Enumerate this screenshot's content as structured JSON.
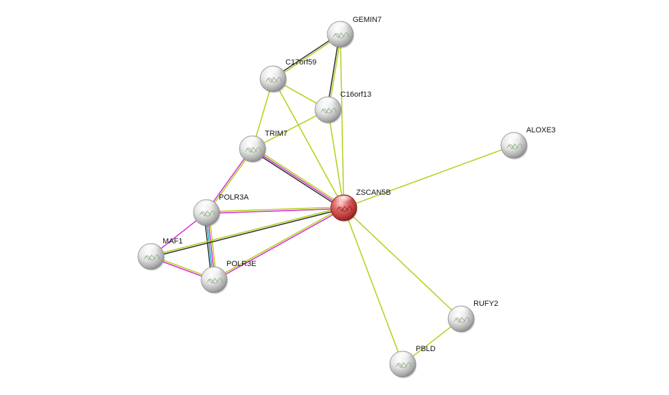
{
  "network": {
    "query_protein": "ZSCAN5B",
    "nodes": [
      {
        "id": "GEMIN7",
        "label": "GEMIN7",
        "query": false
      },
      {
        "id": "C17orf59",
        "label": "C17orf59",
        "query": false
      },
      {
        "id": "C16orf13",
        "label": "C16orf13",
        "query": false
      },
      {
        "id": "TRIM7",
        "label": "TRIM7",
        "query": false
      },
      {
        "id": "ALOXE3",
        "label": "ALOXE3",
        "query": false
      },
      {
        "id": "ZSCAN5B",
        "label": "ZSCAN5B",
        "query": true
      },
      {
        "id": "POLR3A",
        "label": "POLR3A",
        "query": false
      },
      {
        "id": "MAF1",
        "label": "MAF1",
        "query": false
      },
      {
        "id": "POLR3E",
        "label": "POLR3E",
        "query": false
      },
      {
        "id": "RUFY2",
        "label": "RUFY2",
        "query": false
      },
      {
        "id": "PBLD",
        "label": "PBLD",
        "query": false
      }
    ],
    "edges": [
      {
        "a": "GEMIN7",
        "b": "C17orf59",
        "evidence": [
          "textmining",
          "coexpression"
        ]
      },
      {
        "a": "GEMIN7",
        "b": "C16orf13",
        "evidence": [
          "textmining",
          "coexpression"
        ]
      },
      {
        "a": "GEMIN7",
        "b": "ZSCAN5B",
        "evidence": [
          "textmining"
        ]
      },
      {
        "a": "C17orf59",
        "b": "C16orf13",
        "evidence": [
          "textmining"
        ]
      },
      {
        "a": "C17orf59",
        "b": "TRIM7",
        "evidence": [
          "textmining"
        ]
      },
      {
        "a": "C17orf59",
        "b": "ZSCAN5B",
        "evidence": [
          "textmining"
        ]
      },
      {
        "a": "C16orf13",
        "b": "TRIM7",
        "evidence": [
          "textmining"
        ]
      },
      {
        "a": "C16orf13",
        "b": "ZSCAN5B",
        "evidence": [
          "textmining"
        ]
      },
      {
        "a": "TRIM7",
        "b": "ZSCAN5B",
        "evidence": [
          "textmining",
          "experiments",
          "coexpression"
        ]
      },
      {
        "a": "TRIM7",
        "b": "POLR3A",
        "evidence": [
          "textmining",
          "experiments"
        ]
      },
      {
        "a": "ALOXE3",
        "b": "ZSCAN5B",
        "evidence": [
          "textmining"
        ]
      },
      {
        "a": "POLR3A",
        "b": "ZSCAN5B",
        "evidence": [
          "textmining",
          "experiments"
        ]
      },
      {
        "a": "POLR3A",
        "b": "MAF1",
        "evidence": [
          "experiments"
        ]
      },
      {
        "a": "POLR3A",
        "b": "POLR3E",
        "evidence": [
          "textmining",
          "experiments",
          "databases",
          "coexpression"
        ]
      },
      {
        "a": "MAF1",
        "b": "ZSCAN5B",
        "evidence": [
          "textmining",
          "coexpression"
        ]
      },
      {
        "a": "MAF1",
        "b": "POLR3E",
        "evidence": [
          "textmining",
          "experiments"
        ]
      },
      {
        "a": "POLR3E",
        "b": "ZSCAN5B",
        "evidence": [
          "textmining",
          "experiments"
        ]
      },
      {
        "a": "ZSCAN5B",
        "b": "RUFY2",
        "evidence": [
          "textmining"
        ]
      },
      {
        "a": "ZSCAN5B",
        "b": "PBLD",
        "evidence": [
          "textmining"
        ]
      },
      {
        "a": "RUFY2",
        "b": "PBLD",
        "evidence": [
          "textmining"
        ]
      }
    ]
  },
  "colors": {
    "background": "#ffffff",
    "textmining": "#b4d21e",
    "experiments": "#d632d6",
    "databases": "#1ab0c4",
    "coexpression": "#333333",
    "node_default": "#d8d8d8",
    "node_query": "#d24a4a"
  }
}
